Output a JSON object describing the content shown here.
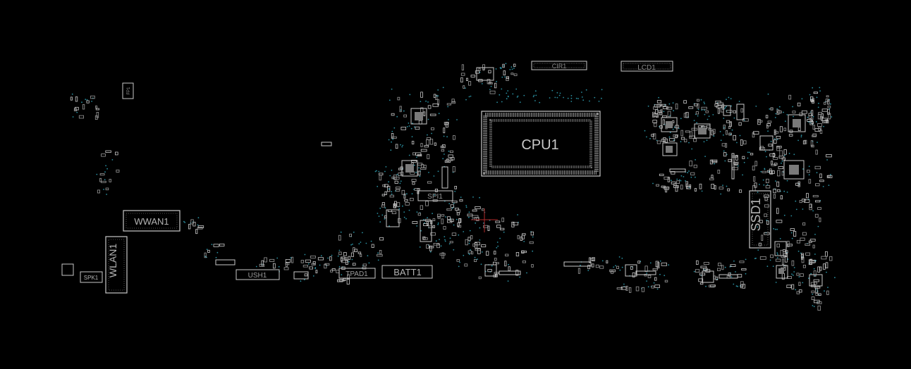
{
  "colors": {
    "background": "#000000",
    "silkscreen": "#c8c8c8",
    "pad": "#9a9a9a",
    "via": "#2a8fa0",
    "cursor": "#b02a2a"
  },
  "labels": {
    "cpu": "CPU1",
    "cir": "CIR1",
    "lcd": "LCD1",
    "ssd": "SSD1",
    "wwan": "WWAN1",
    "wlan": "WLAN1",
    "spk": "SPK1",
    "usb": "USH1",
    "tpad": "TPAD1",
    "batt": "BATT1",
    "spi": "SPI1",
    "fp": "FP1"
  }
}
